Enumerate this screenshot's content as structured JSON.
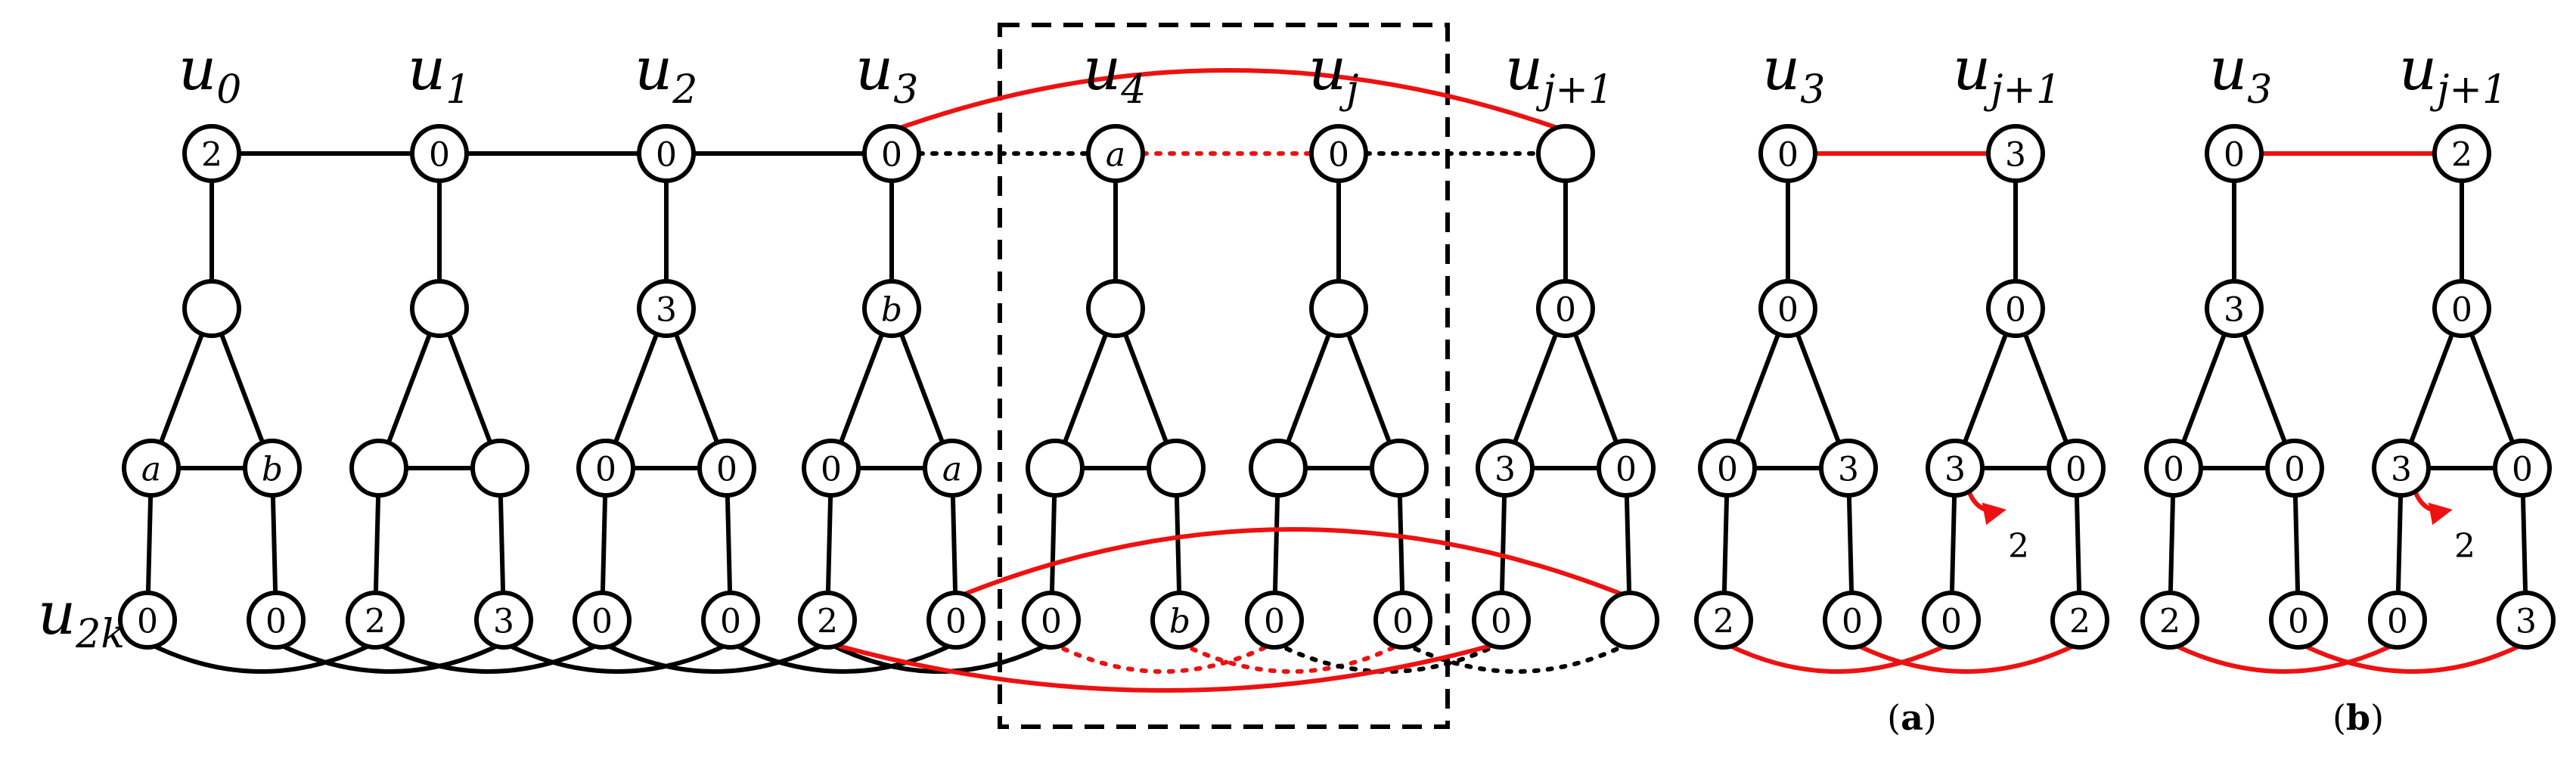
{
  "colors": {
    "edge": "#000000",
    "highlight": "#ee1111"
  },
  "header_labels": [
    {
      "id": "u0",
      "base": "u",
      "sub": "0"
    },
    {
      "id": "u1",
      "base": "u",
      "sub": "1"
    },
    {
      "id": "u2",
      "base": "u",
      "sub": "2"
    },
    {
      "id": "u3",
      "base": "u",
      "sub": "3"
    },
    {
      "id": "u4",
      "base": "u",
      "sub": "4"
    },
    {
      "id": "uj",
      "base": "u",
      "sub": "j"
    },
    {
      "id": "uj1",
      "base": "u",
      "sub": "j+1"
    },
    {
      "id": "a-u3",
      "base": "u",
      "sub": "3"
    },
    {
      "id": "a-uj1",
      "base": "u",
      "sub": "j+1"
    },
    {
      "id": "b-u3",
      "base": "u",
      "sub": "3"
    },
    {
      "id": "b-uj1",
      "base": "u",
      "sub": "j+1"
    }
  ],
  "side_label": {
    "base": "u",
    "sub": "2k"
  },
  "main_gadgets": [
    {
      "name": "u0",
      "top": "2",
      "mid": "",
      "left": "a",
      "right": "b",
      "bl": "0",
      "br": "0"
    },
    {
      "name": "u1",
      "top": "0",
      "mid": "",
      "left": "",
      "right": "",
      "bl": "2",
      "br": "3"
    },
    {
      "name": "u2",
      "top": "0",
      "mid": "3",
      "left": "0",
      "right": "0",
      "bl": "0",
      "br": "0"
    },
    {
      "name": "u3",
      "top": "0",
      "mid": "b",
      "left": "0",
      "right": "a",
      "bl": "2",
      "br": "0"
    },
    {
      "name": "u4",
      "top": "a",
      "mid": "",
      "left": "",
      "right": "",
      "bl": "0",
      "br": "b"
    },
    {
      "name": "uj",
      "top": "0",
      "mid": "",
      "left": "",
      "right": "",
      "bl": "0",
      "br": "0"
    },
    {
      "name": "uj1",
      "top": "",
      "mid": "0",
      "left": "3",
      "right": "0",
      "bl": "0",
      "br": ""
    }
  ],
  "panel_a": {
    "caption_letter": "a",
    "gadgets": [
      {
        "name": "u3",
        "top": "0",
        "mid": "0",
        "left": "0",
        "right": "3",
        "bl": "2",
        "br": "0"
      },
      {
        "name": "uj1",
        "top": "3",
        "mid": "0",
        "left": "3",
        "right": "0",
        "bl": "0",
        "br": "2"
      }
    ],
    "arrow_label": "2"
  },
  "panel_b": {
    "caption_letter": "b",
    "gadgets": [
      {
        "name": "u3",
        "top": "0",
        "mid": "3",
        "left": "0",
        "right": "0",
        "bl": "2",
        "br": "0"
      },
      {
        "name": "uj1",
        "top": "2",
        "mid": "0",
        "left": "3",
        "right": "0",
        "bl": "0",
        "br": "3"
      }
    ],
    "arrow_label": "2"
  }
}
